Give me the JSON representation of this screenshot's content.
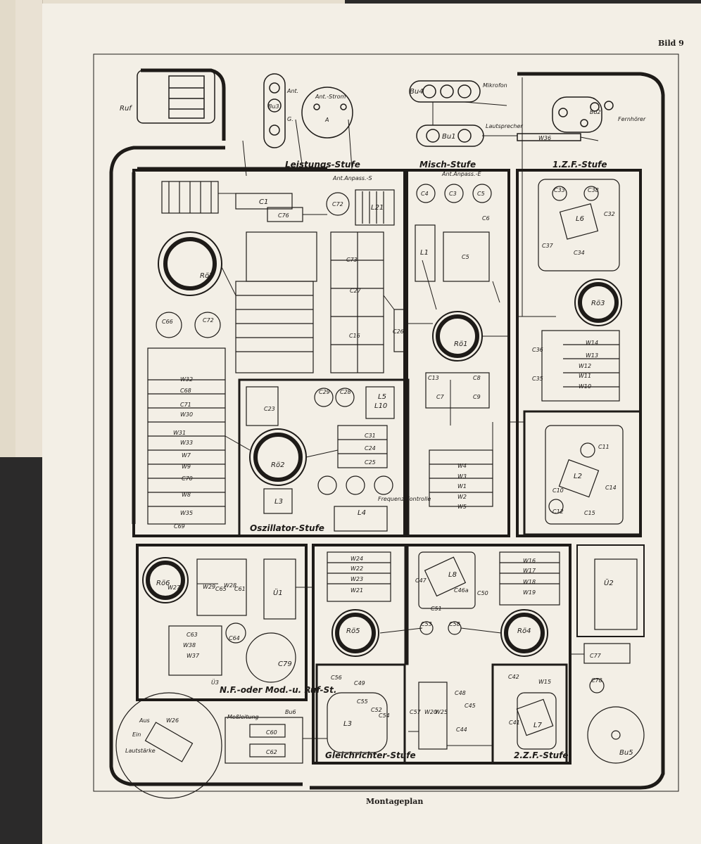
{
  "header": {
    "figure_label": "Bild 9"
  },
  "footer": {
    "caption": "Montageplan"
  },
  "sections": {
    "leistungs": "Leistungs-Stufe",
    "misch": "Misch-Stufe",
    "zf1": "1.Z.F.-Stufe",
    "oszillator": "Oszillator-Stufe",
    "nf": "N.F.-oder Mod.-u. Ruf-St.",
    "gleichrichter": "Gleichrichter-Stufe",
    "zf2": "2.Z.F.-Stufe"
  },
  "labels": {
    "ruf": "Ruf",
    "ant": "Ant.",
    "g": "G.",
    "bu3": "Bu3",
    "ant_strom": "Ant.-Strom",
    "a": "A",
    "mikrofon": "Mikrofon",
    "bu4": "Bu4",
    "bu1": "Bu1",
    "lautsprecher": "Lautsprecher",
    "fernhoerer": "Fernhörer",
    "bu2": "Bu2",
    "w36": "W36",
    "ant_anpass_s": "Ant.Anpass.-S",
    "ant_anpass_e": "Ant.Anpass.-E",
    "c1": "C1",
    "c72_top": "C72",
    "l21": "L21",
    "c76": "C76",
    "c4": "C4",
    "c3": "C3",
    "c5_top": "C5",
    "c6": "C6",
    "c33": "C33",
    "c38": "C38",
    "l6": "L6",
    "c32": "C32",
    "c37": "C37",
    "c34": "C34",
    "ro7": "Rö7",
    "c73": "C73",
    "c27": "C27",
    "l1": "L1",
    "c5_mid": "C5",
    "ro3": "Rö3",
    "c72_mid": "C72",
    "c66": "C66",
    "c16": "C16",
    "c26": "C26",
    "ro1": "Rö1",
    "w14": "W14",
    "w13": "W13",
    "w12": "W12",
    "w11": "W11",
    "w10": "W10",
    "c36": "C36",
    "c35": "C35",
    "w32": "W32",
    "c68": "C68",
    "c71": "C71",
    "w30": "W30",
    "w31": "W31",
    "w33": "W33",
    "w7": "W7",
    "w9": "W9",
    "c70": "C70",
    "w8": "W8",
    "w35": "W35",
    "c69": "C69",
    "c23": "C23",
    "c28": "C28",
    "c29": "C29",
    "l5": "L5",
    "l10": "L10",
    "c31": "C31",
    "c24": "C24",
    "c25": "C25",
    "ro2": "Rö2",
    "l3": "L3",
    "l4": "L4",
    "frequenz_kontrolle": "Frequenz Kontrolle",
    "c13": "C13",
    "c8": "C8",
    "c7": "C7",
    "c9": "C9",
    "w4": "W4",
    "w3": "W3",
    "w1": "W1",
    "w2": "W2",
    "w5": "W5",
    "c11": "C11",
    "l2": "L2",
    "c10": "C10",
    "c12": "C12",
    "c15": "C15",
    "c14": "C14",
    "ro6": "Rö6",
    "w27": "W27",
    "w29": "W29",
    "w28": "W28",
    "c65": "C65",
    "c61": "C61",
    "u1": "Ü1",
    "c63": "C63",
    "c64": "C64",
    "w38": "W38",
    "w37": "W37",
    "c79": "C79",
    "u3": "Ü3",
    "w24": "W24",
    "w22": "W22",
    "w23": "W23",
    "w21": "W21",
    "c47": "C47",
    "l8": "L8",
    "c46a": "C46a",
    "c50": "C50",
    "c51": "C51",
    "w16": "W16",
    "w17": "W17",
    "w18": "W18",
    "w19": "W19",
    "u2": "Ü2",
    "ro5": "Rö5",
    "c53": "C53",
    "c58": "C58",
    "ro4": "Rö4",
    "c77": "C77",
    "c56": "C56",
    "c49": "C49",
    "c55": "C55",
    "c52": "C52",
    "c54": "C54",
    "l3_low": "L3",
    "c57": "C57",
    "w20": "W20",
    "w25": "W25",
    "c48": "C48",
    "c45": "C45",
    "c44": "C44",
    "c42": "C42",
    "w15": "W15",
    "c41": "C41",
    "l7": "L7",
    "c78": "C78",
    "bu5": "Bu5",
    "aus": "Aus",
    "ein": "Ein",
    "lautstaerke": "Lautstärke",
    "w26": "W26",
    "messleitung": "Meßleitung",
    "bu6": "Bu6",
    "c60": "C60",
    "c62": "C62"
  }
}
